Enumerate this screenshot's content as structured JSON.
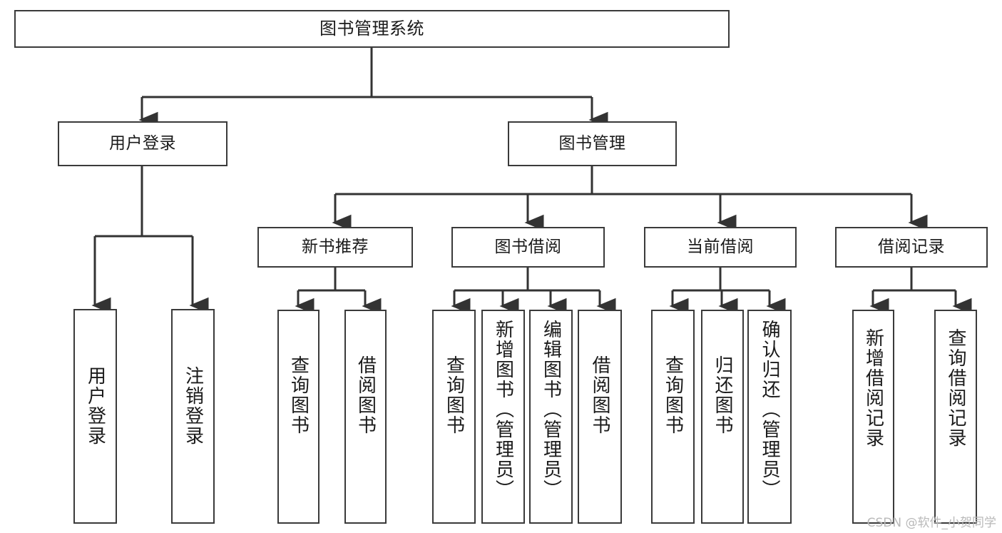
{
  "diagram": {
    "title": "图书管理系统",
    "type": "tree-hierarchy-chart",
    "root": {
      "id": "root",
      "label": "图书管理系统"
    },
    "level2": [
      {
        "id": "user-login",
        "label": "用户登录"
      },
      {
        "id": "book-manage",
        "label": "图书管理"
      }
    ],
    "level3": [
      {
        "id": "new-book-rec",
        "label": "新书推荐"
      },
      {
        "id": "book-borrow",
        "label": "图书借阅"
      },
      {
        "id": "current-borrow",
        "label": "当前借阅"
      },
      {
        "id": "borrow-record",
        "label": "借阅记录"
      }
    ],
    "leaves": {
      "user_login": [
        {
          "id": "leaf-user-login",
          "label": "用户登录"
        },
        {
          "id": "leaf-logout",
          "label": "注销登录"
        }
      ],
      "new_book_rec": [
        {
          "id": "leaf-query-book-1",
          "label": "查询图书"
        },
        {
          "id": "leaf-borrow-book-1",
          "label": "借阅图书"
        }
      ],
      "book_borrow": [
        {
          "id": "leaf-query-book-2",
          "label": "查询图书"
        },
        {
          "id": "leaf-add-book",
          "label": "新增图书（管理员）"
        },
        {
          "id": "leaf-edit-book",
          "label": "编辑图书（管理员）"
        },
        {
          "id": "leaf-borrow-book-2",
          "label": "借阅图书"
        }
      ],
      "current_borrow": [
        {
          "id": "leaf-query-book-3",
          "label": "查询图书"
        },
        {
          "id": "leaf-return-book",
          "label": "归还图书"
        },
        {
          "id": "leaf-confirm-return",
          "label": "确认归还（管理员）"
        }
      ],
      "borrow_record": [
        {
          "id": "leaf-add-record",
          "label": "新增借阅记录"
        },
        {
          "id": "leaf-query-record",
          "label": "查询借阅记录"
        }
      ]
    }
  },
  "watermark": {
    "text": "CSDN @软件_小贺同学"
  },
  "colors": {
    "box_border": "#3a3a3a",
    "box_fill": "#ffffff",
    "connector": "#333333",
    "text": "#1a1a1a",
    "watermark": "#b9b9b9",
    "background": "#ffffff"
  }
}
